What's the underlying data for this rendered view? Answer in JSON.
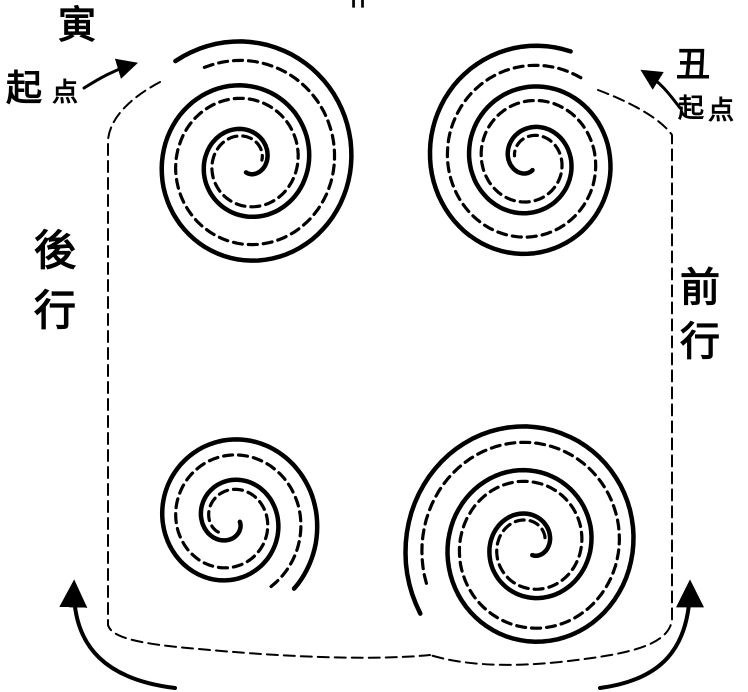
{
  "labels": {
    "top_char": "卄",
    "yin_char": "寅",
    "yin_start_a": "起",
    "yin_start_b": "点",
    "chou_char": "丑",
    "chou_start_a": "起",
    "chou_start_b": "点",
    "back_a": "後",
    "back_b": "行",
    "front_a": "前",
    "front_b": "行"
  },
  "spirals": [
    {
      "name": "upper-left"
    },
    {
      "name": "upper-right"
    },
    {
      "name": "lower-left"
    },
    {
      "name": "lower-right"
    }
  ],
  "colors": {
    "ink": "#000000",
    "paper": "#ffffff"
  }
}
